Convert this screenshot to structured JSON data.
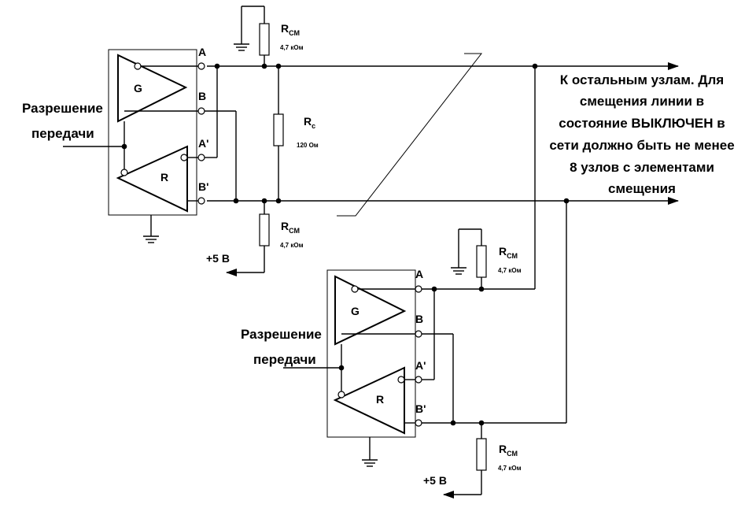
{
  "diagram": {
    "node1": {
      "enable_label_line1": "Разрешение",
      "enable_label_line2": "передачи",
      "driver_label": "G",
      "receiver_label": "R",
      "pin_a": "A",
      "pin_b": "B",
      "pin_a2": "A'",
      "pin_b2": "B'",
      "rcm_top_main": "R",
      "rcm_top_sub": "СМ",
      "rcm_top_value": "4,7 кОм",
      "rcm_bottom_main": "R",
      "rcm_bottom_sub": "СМ",
      "rcm_bottom_value": "4,7 кОм",
      "rc_main": "R",
      "rc_sub": "c",
      "rc_value": "120 Ом",
      "supply": "+5 В"
    },
    "node2": {
      "enable_label_line1": "Разрешение",
      "enable_label_line2": "передачи",
      "driver_label": "G",
      "receiver_label": "R",
      "pin_a": "A",
      "pin_b": "B",
      "pin_a2": "A'",
      "pin_b2": "B'",
      "rcm_top_main": "R",
      "rcm_top_sub": "СМ",
      "rcm_top_value": "4,7 кОм",
      "rcm_bottom_main": "R",
      "rcm_bottom_sub": "СМ",
      "rcm_bottom_value": "4,7 кОм",
      "supply": "+5 В"
    },
    "note_lines": [
      "К остальным узлам. Для",
      "смещения линии в",
      "состояние ВЫКЛЮЧЕН в",
      "сети должно быть не менее",
      "8  узлов с элементами",
      "смещения"
    ]
  }
}
